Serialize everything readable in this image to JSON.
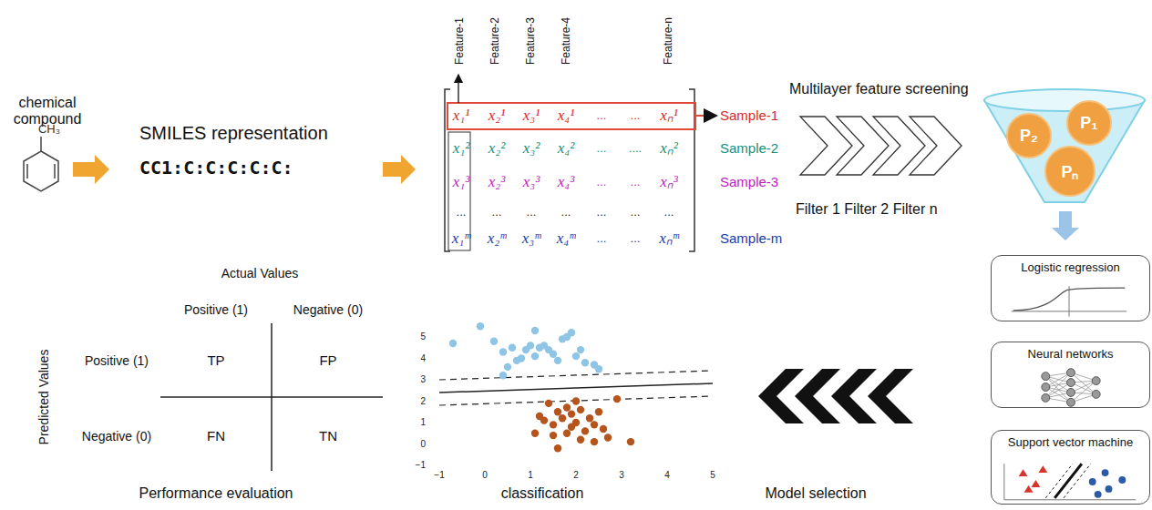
{
  "diagram": {
    "nodes": [
      {
        "text": [
          "P₂"
        ]
      },
      {
        "text": [
          "P₁"
        ]
      },
      {
        "text": [
          "Pₙ"
        ]
      },
      {
        "text": [
          "Logistic regression"
        ]
      },
      {
        "text": [
          "Neural networks"
        ]
      },
      {
        "text": [
          "Support vector machine"
        ]
      }
    ],
    "labels": [
      "chemical compound",
      "CH₃",
      "SMILES representation",
      "CC1:C:C:C:C:C:",
      "Feature-1",
      "Feature-2",
      "Feature-3",
      "Feature-4",
      "Feature-n",
      "x₁¹",
      "x₂¹",
      "x₃¹",
      "x₄¹",
      "...",
      "...",
      "xₙ¹",
      "x₁²",
      "x₂²",
      "x₃²",
      "x₄²",
      "...",
      "....",
      "xₙ²",
      "x₁³",
      "x₂³",
      "x₃³",
      "x₄³",
      "...",
      "...",
      "xₙ³",
      "...",
      "...",
      "...",
      "...",
      "...",
      "...",
      "...",
      "x₁ᵐ",
      "x₂ᵐ",
      "x₃ᵐ",
      "x₄ᵐ",
      "...",
      "...",
      "xₙᵐ",
      "Sample-1",
      "Sample-2",
      "Sample-3",
      "Sample-m",
      "Multilayer feature screening",
      "Filter 1 Filter 2 Filter n",
      "Actual Values",
      "Positive (1)",
      "Negative (0)",
      "Predicted Values",
      "Positive (1)",
      "Negative (0)",
      "TP",
      "FP",
      "FN",
      "TN",
      "Performance evaluation",
      "classification",
      "Model selection",
      "5",
      "4",
      "3",
      "2",
      "1",
      "0",
      "−1",
      "−1",
      "0",
      "1",
      "2",
      "3",
      "4",
      "5"
    ]
  }
}
